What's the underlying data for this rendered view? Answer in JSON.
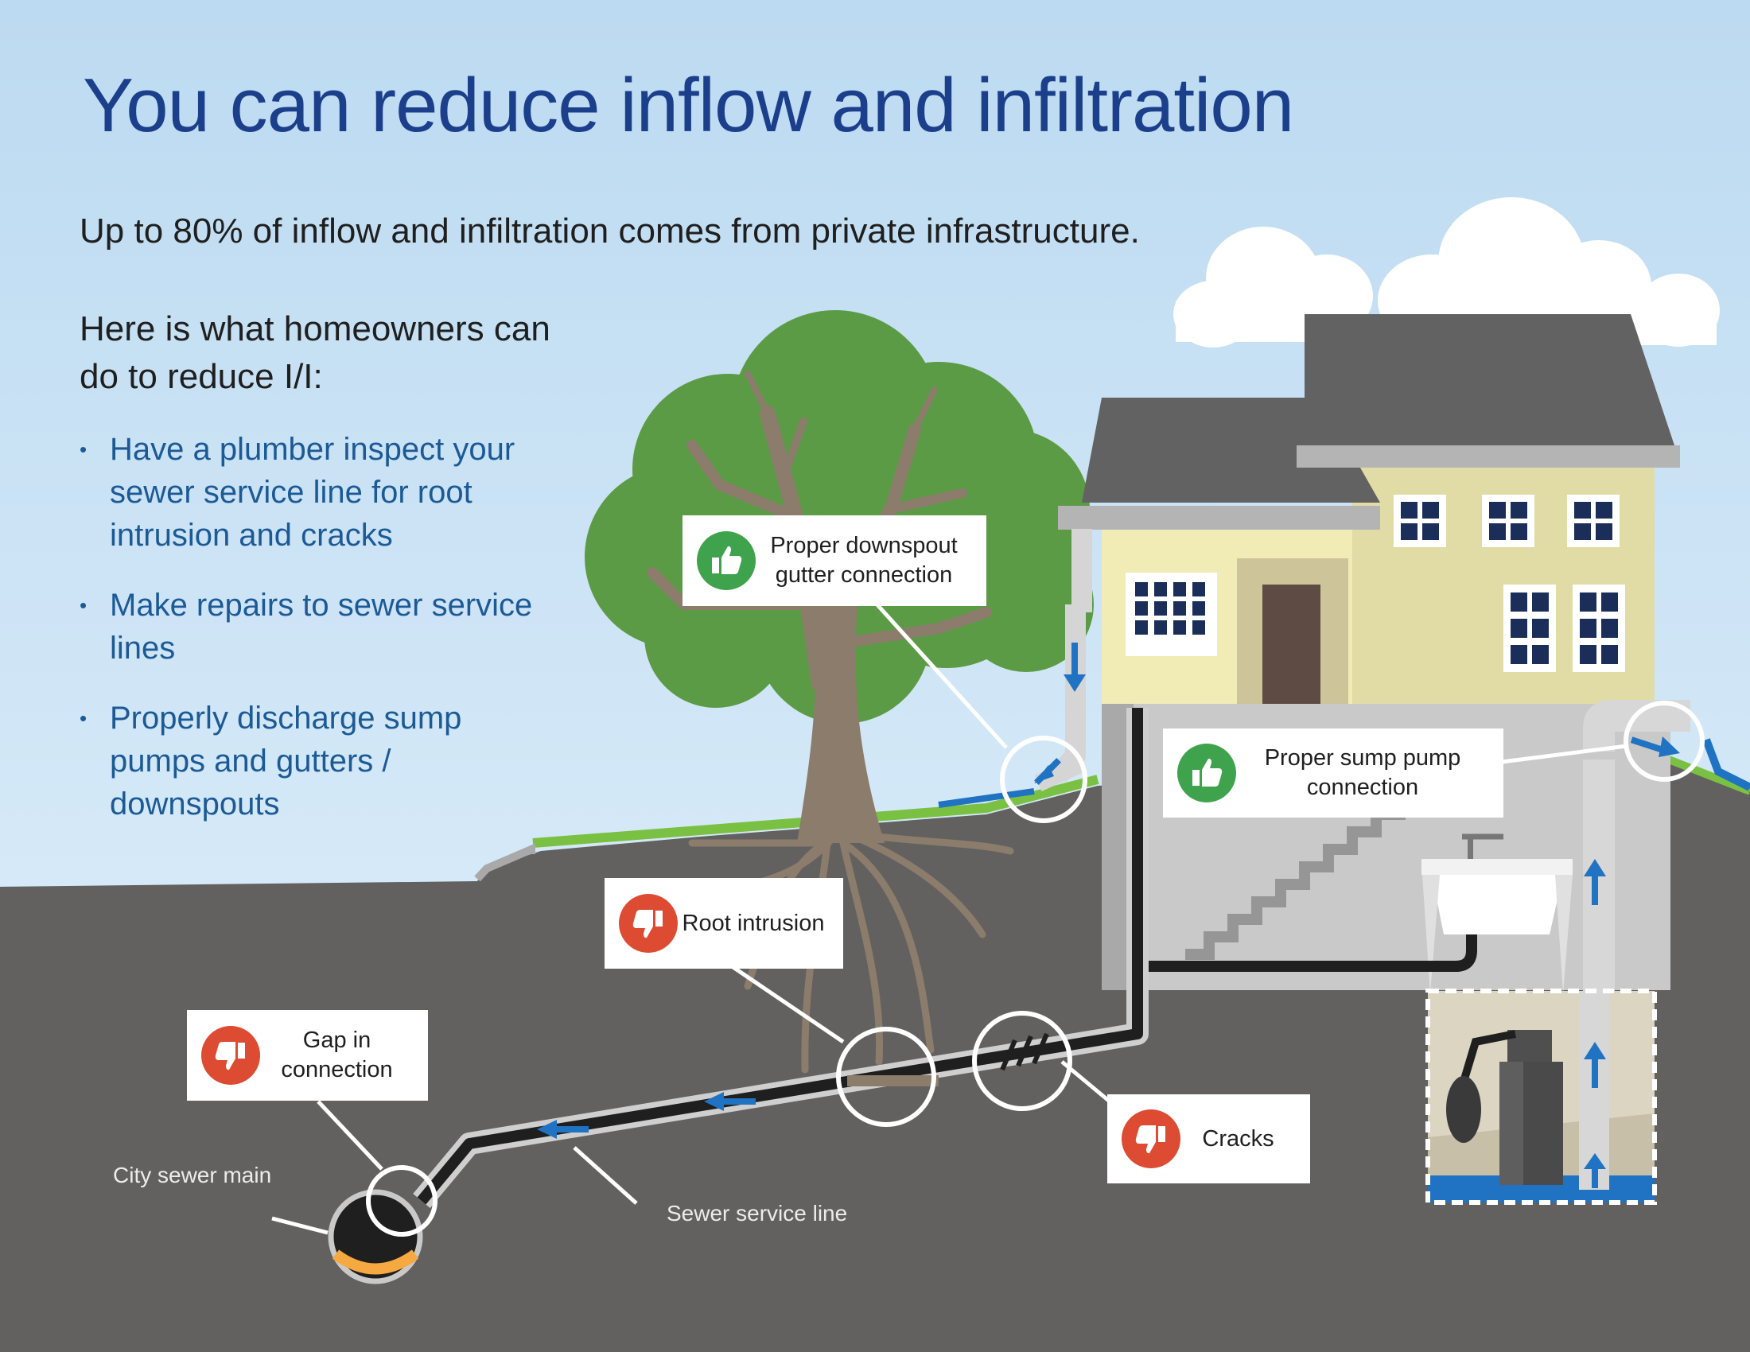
{
  "title": "You can reduce inflow and infiltration",
  "subtitle": "Up to 80% of inflow and infiltration comes from private infrastructure.",
  "intro": "Here is what homeowners can do to reduce I/I:",
  "tips": [
    "Have a plumber inspect your sewer service line for root intrusion and cracks",
    "Make repairs to sewer service lines",
    "Properly discharge sump pumps and gutters / downspouts"
  ],
  "bullet_glyph": "•",
  "callouts": {
    "downspout": {
      "label": "Proper downspout gutter connection",
      "icon": "thumbs-up-icon"
    },
    "sump_pump": {
      "label": "Proper sump pump connection",
      "icon": "thumbs-up-icon"
    },
    "root_intrusion": {
      "label": "Root intrusion",
      "icon": "thumbs-down-icon"
    },
    "gap": {
      "label": "Gap in connection",
      "icon": "thumbs-down-icon"
    },
    "cracks": {
      "label": "Cracks",
      "icon": "thumbs-down-icon"
    }
  },
  "labels": {
    "city_sewer_main": "City sewer main",
    "sewer_service_line": "Sewer service line"
  },
  "colors": {
    "title": "#1c3f8c",
    "tips": "#1c5a96",
    "good": "#3fa34d",
    "bad": "#dc4b32",
    "ground": "#636060",
    "sky": "#cfe6f6",
    "grass": "#7ac143",
    "water": "#1f73c2"
  }
}
